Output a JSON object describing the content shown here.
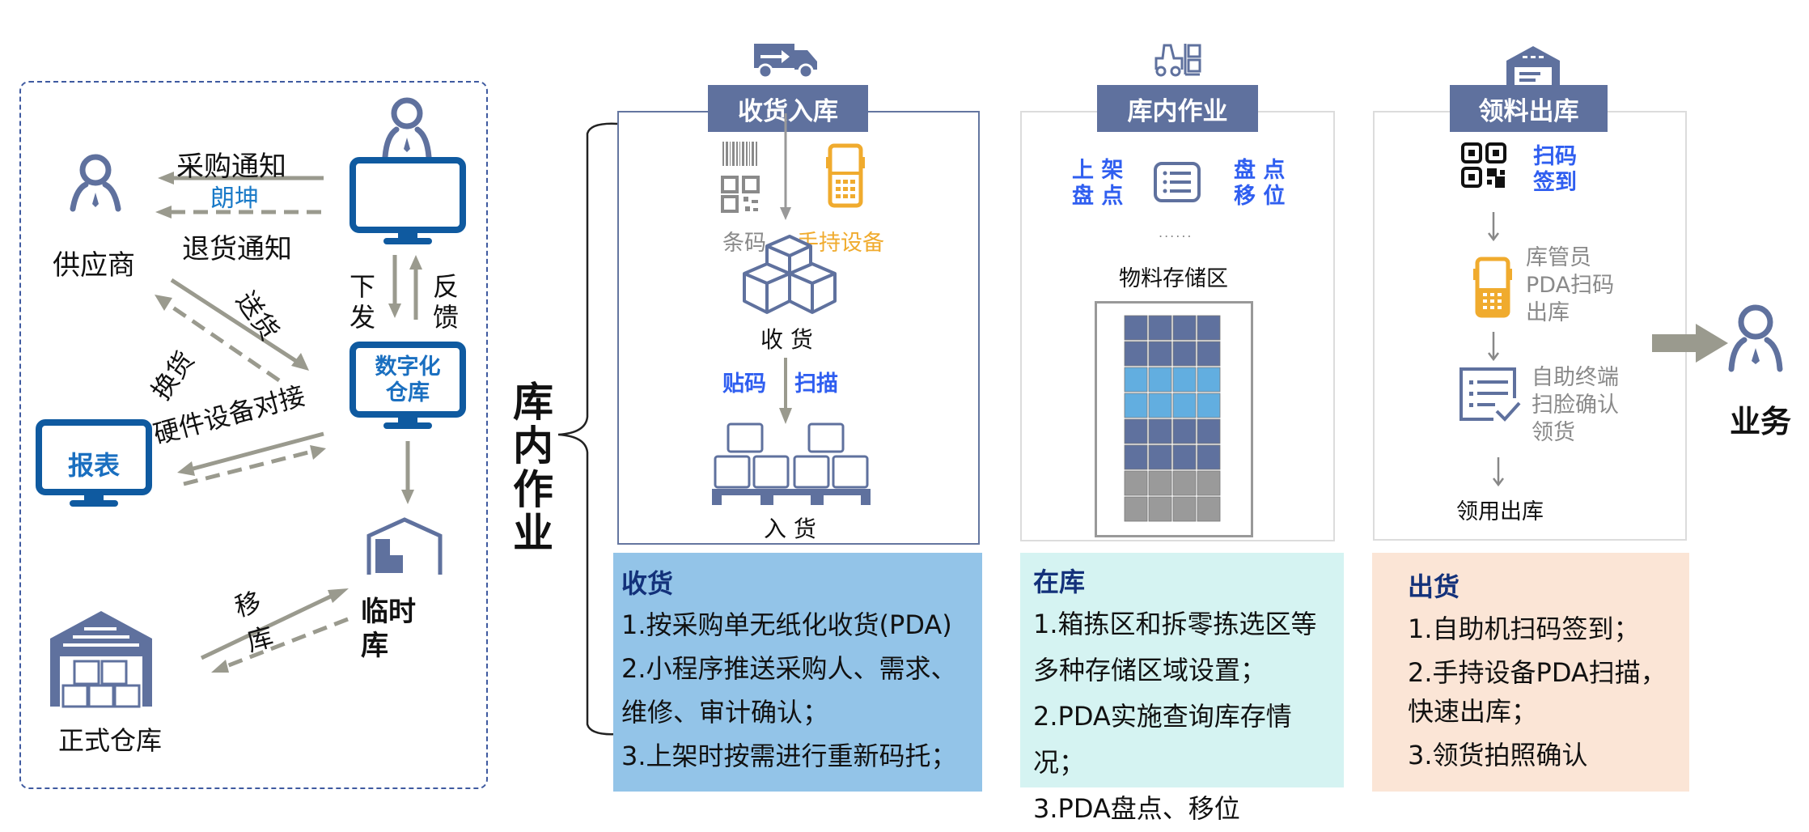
{
  "left_panel": {
    "purchase_notice": "采购通知",
    "langkun": "朗坤",
    "return_notice": "退货通知",
    "supplier": "供应商",
    "send_goods": "送货",
    "exchange_goods": "换货",
    "issue_down": "下发",
    "feedback": "反馈",
    "digital_warehouse_line1": "数字化",
    "digital_warehouse_line2": "仓库",
    "report": "报表",
    "hardware_integration": "硬件设备对接",
    "transfer_line1": "移",
    "transfer_line2": "库",
    "temp_warehouse_line1": "临时",
    "temp_warehouse_line2": "库",
    "formal_warehouse": "正式仓库"
  },
  "side_label": "库内作业",
  "receiving": {
    "header": "收货入库",
    "barcode_label": "条码",
    "handheld_label": "手持设备",
    "receive_label": "收 货",
    "label_code": "贴码",
    "scan": "扫描",
    "inbound_label": "入 货",
    "panel_title": "收货",
    "items": [
      "1.按采购单无纸化收货(PDA)",
      "2.小程序推送采购人、需求、",
      "维修、审计确认；",
      "3.上架时按需进行重新码托；"
    ]
  },
  "in_warehouse": {
    "header": "库内作业",
    "left_tags": [
      "上 架",
      "盘 点"
    ],
    "right_tags": [
      "盘 点",
      "移 位"
    ],
    "ellipsis": "......",
    "storage_area": "物料存储区",
    "shelf_rows": [
      "dark",
      "dark",
      "light",
      "light",
      "dark",
      "dark",
      "gray",
      "gray"
    ],
    "shelf_colors": {
      "dark": "#5f719e",
      "light": "#62aee0",
      "gray": "#9a9a9a"
    },
    "panel_title": "在库",
    "items": [
      "1.箱拣区和拆零拣选区等",
      "多种存储区域设置；",
      "2.PDA实施查询库存情况；",
      "3.PDA盘点、移位"
    ]
  },
  "outbound": {
    "header": "领料出库",
    "scan_signin_line1": "扫码",
    "scan_signin_line2": "签到",
    "pda_lines": [
      "库管员",
      "PDA扫码",
      "出库"
    ],
    "kiosk_lines": [
      "自助终端",
      "扫脸确认",
      "领货"
    ],
    "final_label": "领用出库",
    "panel_title": "出货",
    "items": [
      "1.自助机扫码签到；",
      "2.手持设备PDA扫描，",
      "快速出库；",
      "3.领货拍照确认"
    ]
  },
  "business_label": "业务",
  "colors": {
    "icon_blue": "#5f719e",
    "monitor_blue": "#0f5aa0",
    "accent_blue": "#2f5ef0",
    "arrow_gray": "#9a9a8e",
    "orange": "#f0ab2e"
  }
}
